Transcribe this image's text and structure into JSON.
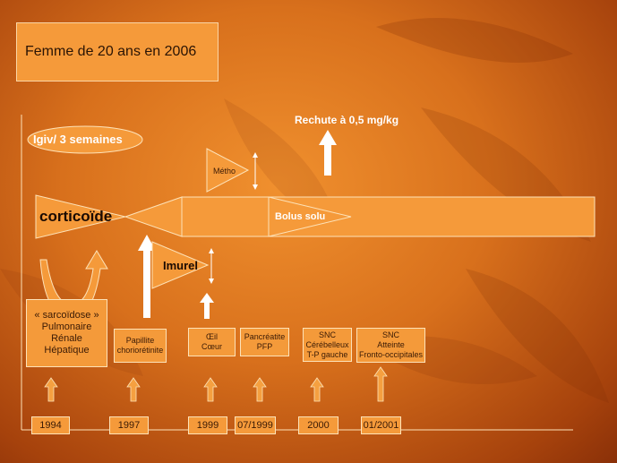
{
  "title": "Femme de 20 ans en 2006",
  "rechute": "Rechute à 0,5 mg/kg",
  "igiv": "Igiv/ 3 semaines",
  "metho": "Métho",
  "corticoide": "corticoïde",
  "bolus": "Bolus solu",
  "imurel": "Imurel",
  "events": [
    {
      "lines": [
        "« sarcoïdose »",
        "Pulmonaire",
        "Rénale",
        "Hépatique"
      ]
    },
    {
      "lines": [
        "Papillite",
        "choriorétinite"
      ]
    },
    {
      "lines": [
        "Œil",
        "Cœur"
      ]
    },
    {
      "lines": [
        "Pancréatite",
        "PFP"
      ]
    },
    {
      "lines": [
        "SNC",
        "Cérébelleux",
        "T-P gauche"
      ]
    },
    {
      "lines": [
        "SNC",
        "Atteinte",
        "Fronto-occipitales"
      ]
    }
  ],
  "years": [
    "1994",
    "1997",
    "1999",
    "07/1999",
    "2000",
    "01/2001"
  ],
  "colors": {
    "box_fill": "#f59a3a",
    "box_border": "#fde2b8",
    "arrow": "#ffffff",
    "background": "#d8701c"
  }
}
